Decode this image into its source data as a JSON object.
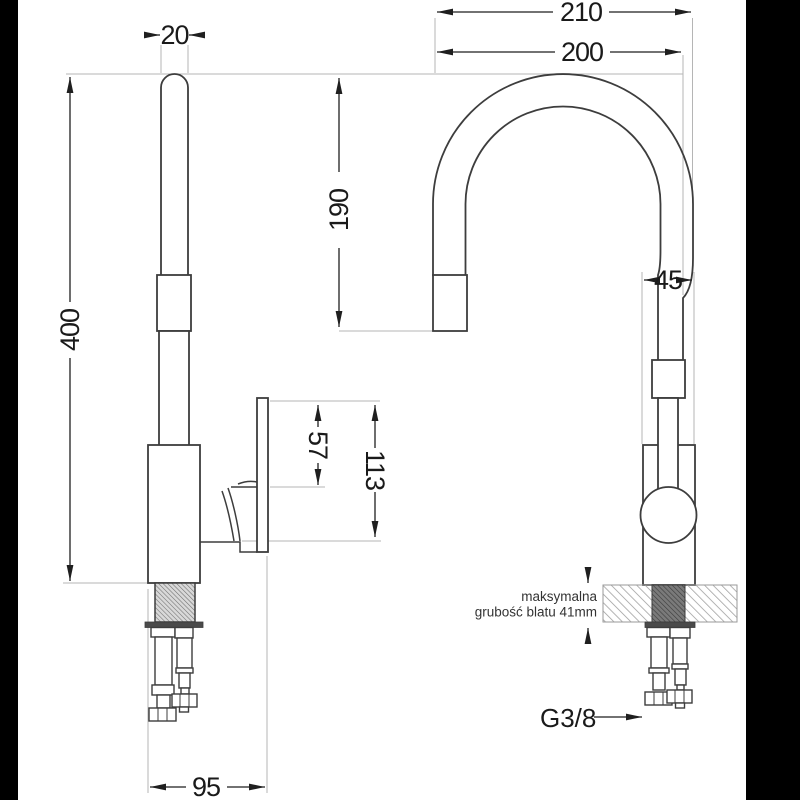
{
  "drawing": {
    "type": "faucet-technical-drawing",
    "dims": {
      "spout_outlet_width": "20",
      "total_height": "400",
      "handle_height": "57",
      "body_height": "113",
      "base_depth": "95",
      "overall_width": "210",
      "spout_reach": "200",
      "spout_height": "190",
      "body_width": "45"
    },
    "labels": {
      "counter_note_line1": "maksymalna",
      "counter_note_line2": "grubość blatu 41mm",
      "thread_size": "G3/8"
    },
    "colors": {
      "background": "#ffffff",
      "letterbox": "#000000",
      "object_line": "#3d3d3d",
      "dimension_line": "#1f1f1f",
      "extension_line": "#b5b5b5",
      "hatch_line": "#999999",
      "flange_fill": "#4a4a4a",
      "shank_dark": "#777777"
    }
  }
}
